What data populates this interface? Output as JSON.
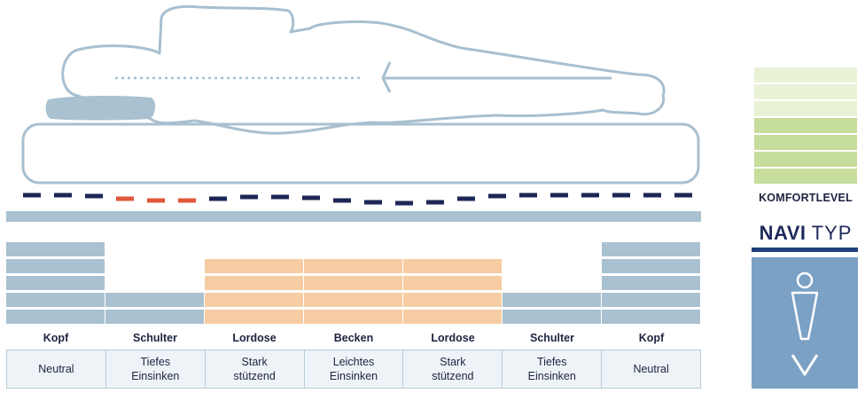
{
  "zones": [
    {
      "label": "Kopf",
      "desc": "Neutral",
      "type": "blue",
      "level": 5
    },
    {
      "label": "Schulter",
      "desc": "Tiefes\nEinsinken",
      "type": "blue",
      "level": 2
    },
    {
      "label": "Lordose",
      "desc": "Stark\nstützend",
      "type": "orange",
      "level": 4
    },
    {
      "label": "Becken",
      "desc": "Leichtes\nEinsinken",
      "type": "orange",
      "level": 4
    },
    {
      "label": "Lordose",
      "desc": "Stark\nstützend",
      "type": "orange",
      "level": 4
    },
    {
      "label": "Schulter",
      "desc": "Tiefes\nEinsinken",
      "type": "blue",
      "level": 2
    },
    {
      "label": "Kopf",
      "desc": "Neutral",
      "type": "blue",
      "level": 5
    }
  ],
  "legend": {
    "title": "KOMFORTLEVEL",
    "levels": [
      "#eaf2d6",
      "#eaf2d6",
      "#eaf2d6",
      "#c7dd9b",
      "#c7dd9b",
      "#c7dd9b",
      "#c7dd9b"
    ]
  },
  "navi": {
    "bold": "NAVI",
    "light": "TYP",
    "box_color": "#7ba1c5",
    "line_color": "#1f3f7a",
    "icon": "person-with-down-arrow-icon"
  },
  "colors": {
    "support_blue": "#a9c1d0",
    "support_orange": "#f6cda2",
    "dash_navy": "#1d2656",
    "dash_red": "#e0573a",
    "outline": "#a8bfcf"
  }
}
